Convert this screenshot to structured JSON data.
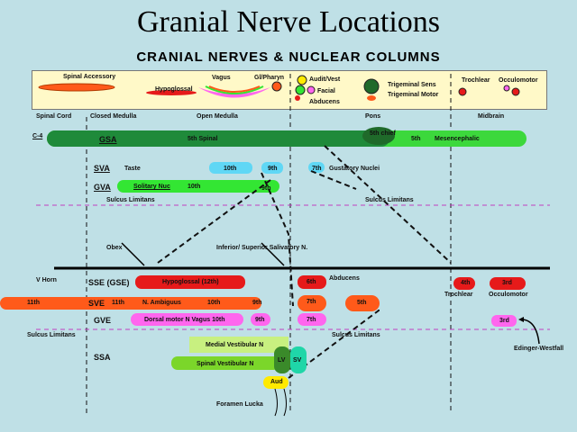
{
  "title": "Granial Nerve Locations",
  "subtitle": "CRANIAL NERVES & NUCLEAR COLUMNS",
  "legend": {
    "spinal_accessory": "Spinal Accessory",
    "hypoglossal": "Hypoglossal",
    "vagus": "Vagus",
    "gl_pharyn": "Gl/Pharyn",
    "audit_vest": "Audit/Vest",
    "facial": "Facial",
    "abducens": "Abducens",
    "trigeminal_sens": "Trigeminal Sens",
    "trigeminal_motor": "Trigeminal Motor",
    "trochlear": "Trochlear",
    "occulomotor": "Occulomotor"
  },
  "regions": {
    "spinal_cord": "Spinal Cord",
    "closed_medulla": "Closed Medulla",
    "open_medulla": "Open Medulla",
    "pons": "Pons",
    "midbrain": "Midbrain"
  },
  "rows": {
    "c4": "C-4",
    "gsa": "GSA",
    "gva": "GVA",
    "svafull": "SVA",
    "sulcus_limitans": "Sulcus Limitans",
    "gsa_5th_spinal": "5th Spinal",
    "gsa_5th_chief": "5th chief",
    "gsa_5th": "5th",
    "gsa_mesencephalic": "Mesencephalic",
    "sva_taste": "Taste",
    "sva_10th": "10th",
    "sva_9th": "9th",
    "sva_7th": "7th",
    "gustatory_nuclei": "Gustatory Nuclei",
    "gva_solitary": "Solitary Nuc",
    "gva_10th": "10th",
    "gva_9th": "9th",
    "obex": "Obex",
    "salivatory": "Inferior/ Superior Salivatory N.",
    "v_horn": "V Horn",
    "sse": "SSE (GSE)",
    "hypoglossal_12th": "Hypoglossal  (12th)",
    "sse_6th": "6th",
    "abducens_lbl": "Abducens",
    "sse_4th": "4th",
    "sse_3rd": "3rd",
    "trochlear_lbl": "Trochlear",
    "occulomotor_lbl": "Occulomotor",
    "sve": "SVE",
    "sve_11th": "11th",
    "sve_11th_b": "11th",
    "n_ambiguus": "N. Ambiguus",
    "sve_10th": "10th",
    "sve_9th": "9th",
    "sve_7th": "7th",
    "sve_5th": "5th",
    "gve": "GVE",
    "dorsal_motor": "Dorsal motor N Vagus  10th",
    "gve_9th": "9th",
    "gve_7th": "7th",
    "gve_3rd": "3rd",
    "sulcus_limitans_2": "Sulcus Limitans",
    "sulcus_limitans_3": "Sulcus Limitans",
    "sulcus_limitans_4": "Sulcus Limitans",
    "edinger": "Edinger-Westfall",
    "ssa": "SSA",
    "medial_vest": "Medial Vestibular N",
    "spinal_vest": "Spinal Vestibular N",
    "lv": "LV",
    "sv": "SV",
    "aud": "Aud",
    "foramen": "Foramen Lucka"
  },
  "colors": {
    "background": "#bfe0e6",
    "gsa": "#1f8a3a",
    "sva": "#5fd7f5",
    "gva": "#33e633",
    "sse": "#e61a1a",
    "sve": "#ff5a1a",
    "gve": "#ff66ee",
    "ssa": "#c8f080"
  }
}
